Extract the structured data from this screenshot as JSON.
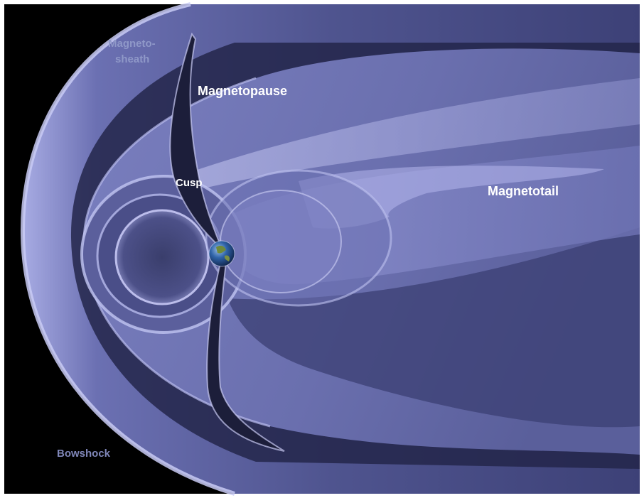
{
  "diagram": {
    "labels": {
      "magnetosheath_line1": "Magneto-",
      "magnetosheath_line2": "sheath",
      "magnetopause": "Magnetopause",
      "cusp": "Cusp",
      "magnetotail": "Magnetotail",
      "bowshock": "Bowshock"
    },
    "colors": {
      "background": "#000000",
      "frame": "#ffffff",
      "shell_light": "#b6b9ec",
      "shell_mid": "#8a8fcf",
      "shell_dark": "#2a2d52",
      "earth_ocean": "#2f63a8",
      "earth_land": "#6f8a3b"
    },
    "icons": {
      "earth": "earth-globe"
    }
  }
}
